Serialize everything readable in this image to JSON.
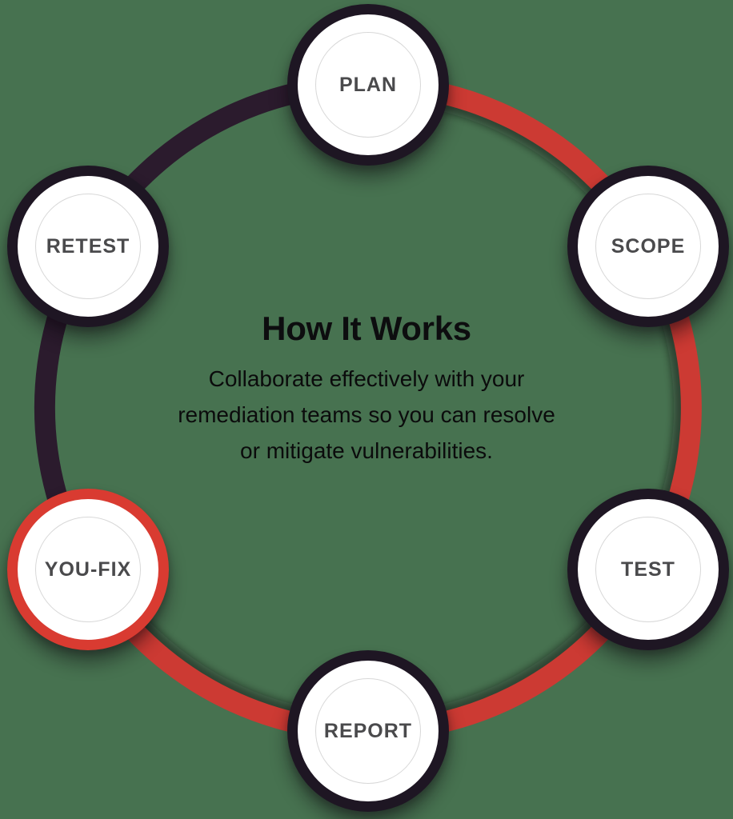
{
  "page": {
    "background_color": "#477250"
  },
  "diagram": {
    "title": "How It Works",
    "subtitle_lines": [
      "Collaborate effectively with your",
      "remediation teams so you can resolve",
      "or mitigate vulnerabilities."
    ],
    "nodes": [
      {
        "label": "PLAN",
        "ring": "dark"
      },
      {
        "label": "SCOPE",
        "ring": "dark"
      },
      {
        "label": "TEST",
        "ring": "dark"
      },
      {
        "label": "REPORT",
        "ring": "dark"
      },
      {
        "label": "YOU-FIX",
        "ring": "red"
      },
      {
        "label": "RETEST",
        "ring": "dark"
      }
    ],
    "colors": {
      "arc_red": "#CC3A33",
      "arc_dark": "#2B1B2D",
      "node_border_dark": "#1E1623",
      "node_border_red": "#D93B31",
      "node_fill": "#FFFFFF",
      "inner_ring": "#D8D8D8",
      "label": "#4A4A4C",
      "title": "#0D0D0F",
      "bg": "#477250"
    }
  }
}
